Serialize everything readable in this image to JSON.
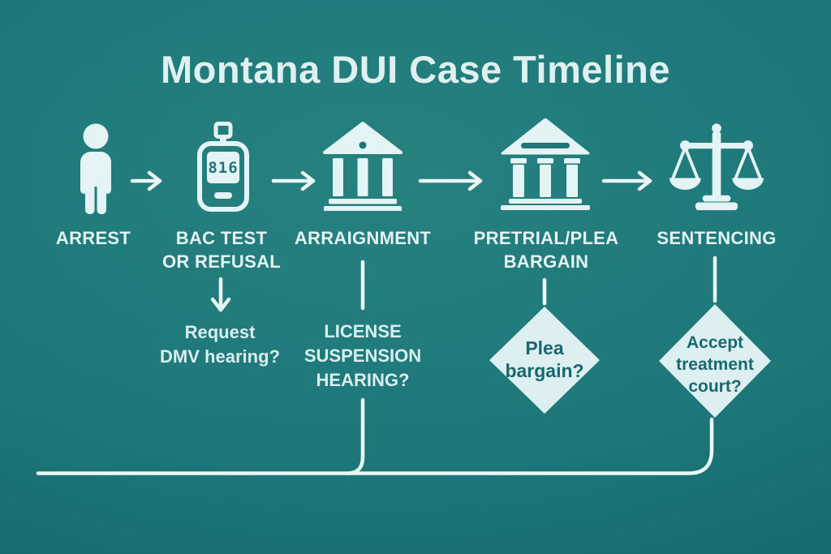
{
  "title": "Montana DUI Case Timeline",
  "colors": {
    "background_start": "#26817f",
    "background_end": "#136369",
    "foreground": "#e4f4f4",
    "line": "#e9f7f7",
    "diamond_fill": "#ddeff0",
    "diamond_text": "#17696f"
  },
  "stages": [
    {
      "label": "ARREST",
      "icon": "person-icon"
    },
    {
      "label": "BAC TEST OR REFUSAL",
      "label_lines": [
        "BAC TEST",
        "OR REFUSAL"
      ],
      "icon": "breathalyzer-icon",
      "device_reading": "816",
      "branch": {
        "connector": "down-arrow",
        "text": "Request DMV hearing?",
        "lines": [
          "Request",
          "DMV hearing?"
        ]
      }
    },
    {
      "label": "ARRAIGNMENT",
      "icon": "courthouse-icon",
      "branch": {
        "connector": "line",
        "text": "LICENSE SUSPENSION HEARING?",
        "lines": [
          "LICENSE",
          "SUSPENSION",
          "HEARING?"
        ]
      }
    },
    {
      "label": "PRETRIAL/PLEA BARGAIN",
      "label_lines": [
        "PRETRIAL/PLEA",
        "BARGAIN"
      ],
      "icon": "courthouse-icon",
      "branch": {
        "connector": "line",
        "shape": "diamond",
        "text": "Plea bargain?",
        "lines": [
          "Plea",
          "bargain?"
        ]
      }
    },
    {
      "label": "SENTENCING",
      "icon": "scales-icon",
      "branch": {
        "connector": "line",
        "shape": "diamond",
        "text": "Accept treatment court?",
        "lines": [
          "Accept",
          "treatment",
          "court?"
        ]
      }
    }
  ]
}
